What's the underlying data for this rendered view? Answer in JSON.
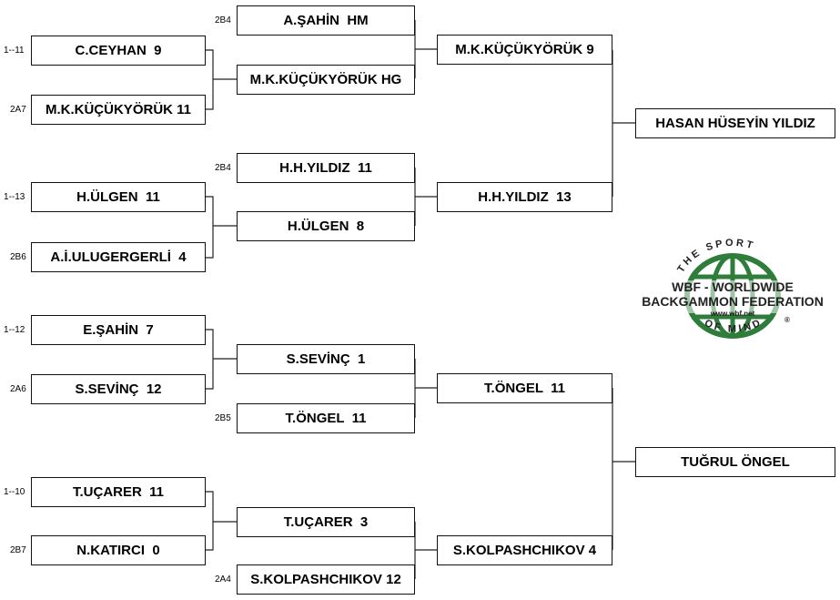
{
  "round1": [
    {
      "seed": "1--11",
      "label": "C.CEYHAN  9"
    },
    {
      "seed": "2A7",
      "label": "M.K.KÜÇÜKYÖRÜK 11"
    },
    {
      "seed": "1--13",
      "label": "H.ÜLGEN  11"
    },
    {
      "seed": "2B6",
      "label": "A.İ.ULUGERGERLİ  4"
    },
    {
      "seed": "1--12",
      "label": "E.ŞAHİN  7"
    },
    {
      "seed": "2A6",
      "label": "S.SEVİNÇ  12"
    },
    {
      "seed": "1--10",
      "label": "T.UÇARER  11"
    },
    {
      "seed": "2B7",
      "label": "N.KATIRCI  0"
    }
  ],
  "round2": [
    {
      "seed": "2B4",
      "label": "A.ŞAHİN  HM"
    },
    {
      "seed": "",
      "label": "M.K.KÜÇÜKYÖRÜK HG"
    },
    {
      "seed": "2B4",
      "label": "H.H.YILDIZ  11"
    },
    {
      "seed": "",
      "label": "H.ÜLGEN  8"
    },
    {
      "seed": "",
      "label": "S.SEVİNÇ  1"
    },
    {
      "seed": "2B5",
      "label": "T.ÖNGEL  11"
    },
    {
      "seed": "",
      "label": "T.UÇARER  3"
    },
    {
      "seed": "2A4",
      "label": "S.KOLPASHCHIKOV 12"
    }
  ],
  "round3": [
    {
      "label": "M.K.KÜÇÜKYÖRÜK 9"
    },
    {
      "label": "H.H.YILDIZ  13"
    },
    {
      "label": "T.ÖNGEL  11"
    },
    {
      "label": "S.KOLPASHCHIKOV 4"
    }
  ],
  "winners": [
    {
      "label": "HASAN HÜSEYİN YILDIZ"
    },
    {
      "label": "TUĞRUL ÖNGEL"
    }
  ],
  "logo": {
    "top_text": "THE SPORT",
    "line1": "WBF - WORLDWIDE",
    "line2": "BACKGAMMON FEDERATION",
    "url": "www.wbf.net",
    "bottom_text": "OF MIND",
    "registered": "®",
    "globe_color": "#2e7d3a",
    "text_color": "#222222"
  }
}
